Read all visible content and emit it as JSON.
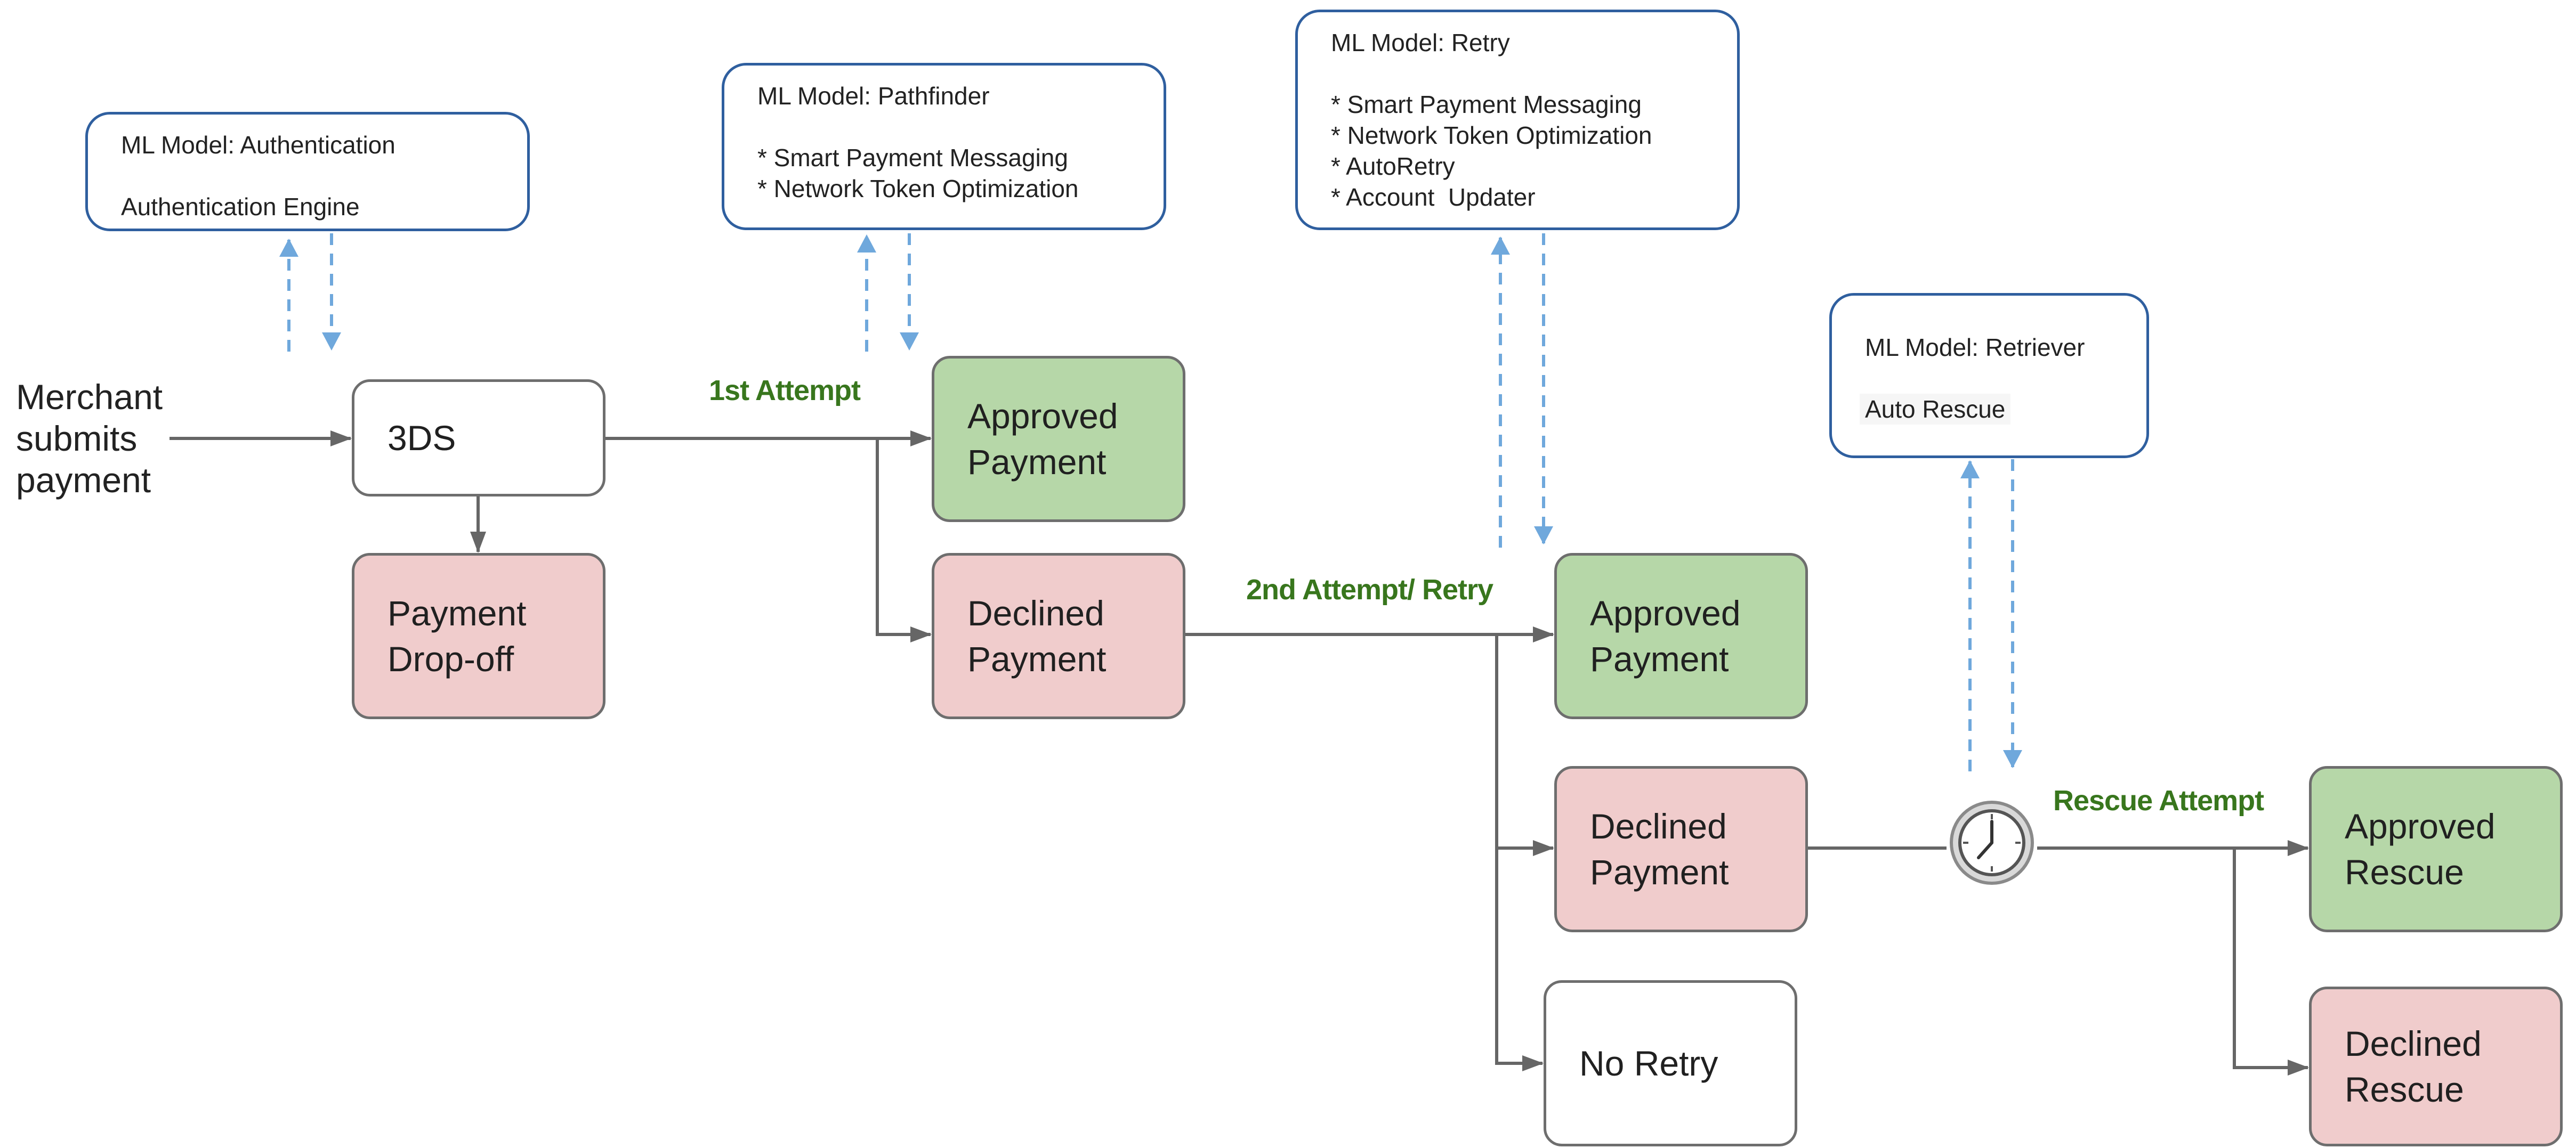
{
  "start": {
    "lines": [
      "Merchant",
      "submits",
      "payment"
    ]
  },
  "nodes": {
    "three_ds": "3DS",
    "payment_dropoff": "Payment\nDrop-off",
    "approved_payment_1": "Approved\nPayment",
    "declined_payment_1": "Declined\nPayment",
    "approved_payment_2": "Approved\nPayment",
    "declined_payment_2": "Declined\nPayment",
    "no_retry": "No Retry",
    "approved_rescue": "Approved\nRescue",
    "declined_rescue": "Declined\nRescue"
  },
  "edge_labels": {
    "first_attempt": "1st Attempt",
    "second_attempt": "2nd Attempt/ Retry",
    "rescue_attempt": "Rescue Attempt"
  },
  "ml_models": {
    "authentication": {
      "title": "ML Model: Authentication",
      "items": [
        "Authentication Engine"
      ]
    },
    "pathfinder": {
      "title": "ML Model: Pathfinder",
      "items": [
        "* Smart Payment Messaging",
        "* Network Token Optimization"
      ]
    },
    "retry": {
      "title": "ML Model: Retry",
      "items": [
        "* Smart Payment Messaging",
        "* Network Token Optimization",
        "* AutoRetry",
        "* Account  Updater"
      ]
    },
    "retriever": {
      "title": "ML Model: Retriever",
      "items": [
        "Auto Rescue"
      ]
    }
  },
  "colors": {
    "approved": "#b6d7a8",
    "declined": "#f0cccc",
    "border": "#6e6e6e",
    "ml_border": "#2f5f9f",
    "arrow": "#666666",
    "dashed_arrow": "#6fa8dc",
    "edge_label": "#38761d"
  },
  "icons": {
    "timer": "clock-icon"
  }
}
